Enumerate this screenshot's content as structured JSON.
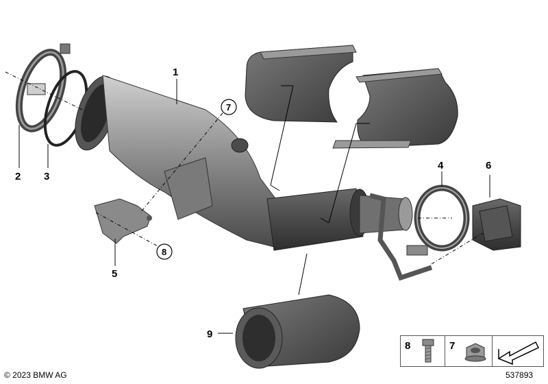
{
  "parts": [
    {
      "id": "1",
      "label": "1",
      "name": "catalytic converter"
    },
    {
      "id": "2",
      "label": "2",
      "name": "clamp"
    },
    {
      "id": "3",
      "label": "3",
      "name": "gasket ring"
    },
    {
      "id": "4",
      "label": "4",
      "name": "clamp ring"
    },
    {
      "id": "5",
      "label": "5",
      "name": "bracket"
    },
    {
      "id": "6",
      "label": "6",
      "name": "rubber mount"
    },
    {
      "id": "7",
      "label": "7",
      "name": "hex nut"
    },
    {
      "id": "8",
      "label": "8",
      "name": "bolt"
    },
    {
      "id": "9",
      "label": "9",
      "name": "heat shield"
    }
  ],
  "callouts": {
    "c7": "7",
    "c8": "8"
  },
  "legend": {
    "item1": "8",
    "item2": "7"
  },
  "footer": {
    "copyright": "© 2023 BMW AG",
    "image_id": "537893"
  },
  "colors": {
    "metal_dark": "#3a3a3a",
    "metal_mid": "#6e6e6e",
    "metal_light": "#b5b5b5",
    "shield": "#555555"
  }
}
